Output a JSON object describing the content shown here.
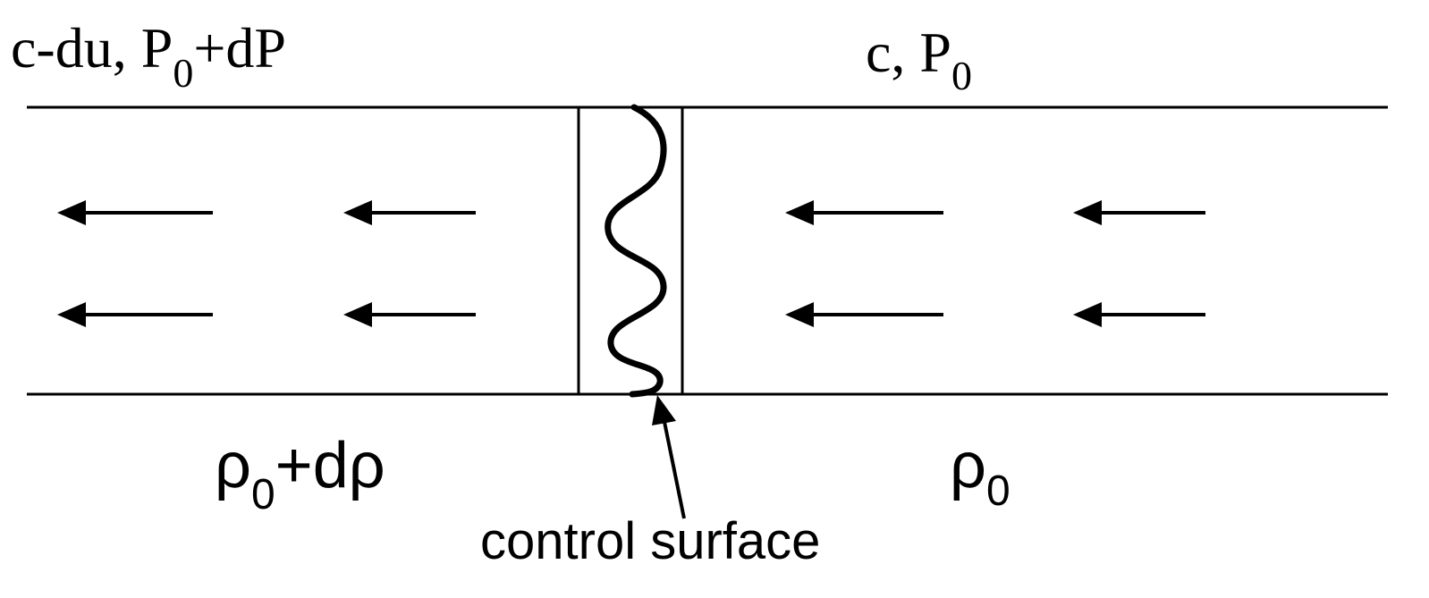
{
  "top_left_label": {
    "main": "c-du, P",
    "sub": "0",
    "tail": "+dP"
  },
  "top_right_label": {
    "main": "c, P",
    "sub": "0"
  },
  "bottom_left_label": {
    "main": "ρ",
    "sub": "0",
    "tail": "+dρ"
  },
  "bottom_right_label": {
    "main": "ρ",
    "sub": "0"
  },
  "pointer_label": "control surface",
  "colors": {
    "ink": "#000000",
    "background": "#ffffff"
  },
  "icons": {
    "flow_arrows": "arrow-left-icon",
    "wave": "wavy-line-icon",
    "pointer": "arrow-up-icon"
  }
}
